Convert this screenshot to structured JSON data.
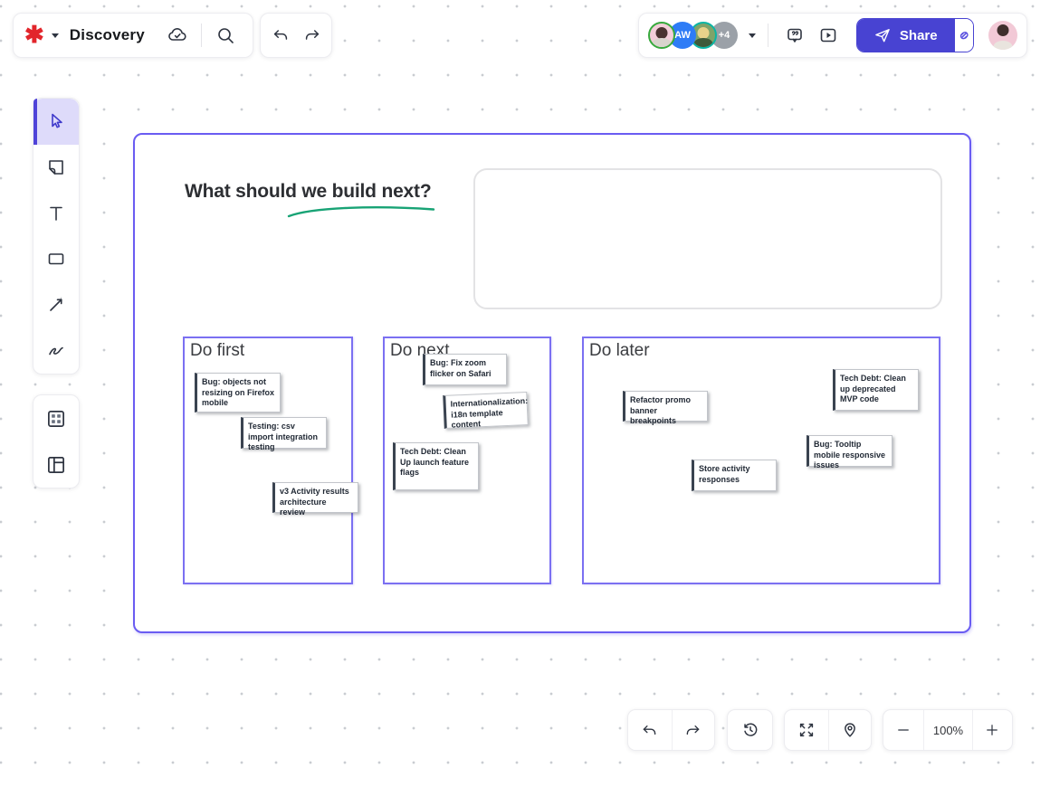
{
  "header": {
    "title": "Discovery",
    "share_label": "Share",
    "collaborators": {
      "user2_initials": "AW",
      "overflow_badge": "+4"
    }
  },
  "board": {
    "title": "What should we build next?",
    "columns": [
      {
        "label": "Do first"
      },
      {
        "label": "Do next"
      },
      {
        "label": "Do later"
      }
    ],
    "cards": [
      {
        "column": "Do first",
        "text": "Bug: objects not resizing on Firefox mobile"
      },
      {
        "column": "Do first",
        "text": "Testing: csv import integration testing"
      },
      {
        "column": "Do first",
        "text": "v3 Activity results architecture review"
      },
      {
        "column": "Do next",
        "text": "Bug: Fix zoom flicker on Safari"
      },
      {
        "column": "Do next",
        "text": "Internationalization: i18n template content"
      },
      {
        "column": "Do next",
        "text": "Tech Debt: Clean Up launch feature flags"
      },
      {
        "column": "Do later",
        "text": "Refactor promo banner breakpoints"
      },
      {
        "column": "Do later",
        "text": "Tech Debt: Clean up deprecated MVP code"
      },
      {
        "column": "Do later",
        "text": "Bug: Tooltip mobile responsive issues"
      },
      {
        "column": "Do later",
        "text": "Store activity responses"
      }
    ]
  },
  "footer": {
    "zoom_level": "100%"
  },
  "icons": {
    "logo": "red-asterisk",
    "save_status": "cloud-check",
    "search": "magnifier",
    "undo": "curved-arrow-left",
    "redo": "curved-arrow-right",
    "comments": "speech-bubble-quote",
    "present": "play-frame",
    "share": "paper-plane",
    "copy_link": "chain-link",
    "select_tool": "cursor",
    "sticky_note_tool": "folded-note",
    "text_tool": "letter-T",
    "shape_tool": "rectangle",
    "arrow_tool": "diagonal-arrow",
    "pen_tool": "squiggle",
    "apps_tool": "grid-squares",
    "templates_tool": "layout-panels",
    "history": "clock-restore",
    "fit_view": "expand-arrows",
    "locate": "map-pin",
    "zoom_out": "minus",
    "zoom_in": "plus"
  },
  "colors": {
    "logo_red": "#E2252B",
    "accent_indigo": "#4843D2",
    "frame_purple": "#6A5CF2",
    "column_purple": "#7B70F2",
    "underline_green": "#18A375",
    "presence_green": "#37A93C",
    "presence_teal": "#0AB5A4",
    "collaborator_blue": "#2E7CF6",
    "overflow_gray": "#9BA1A8"
  }
}
